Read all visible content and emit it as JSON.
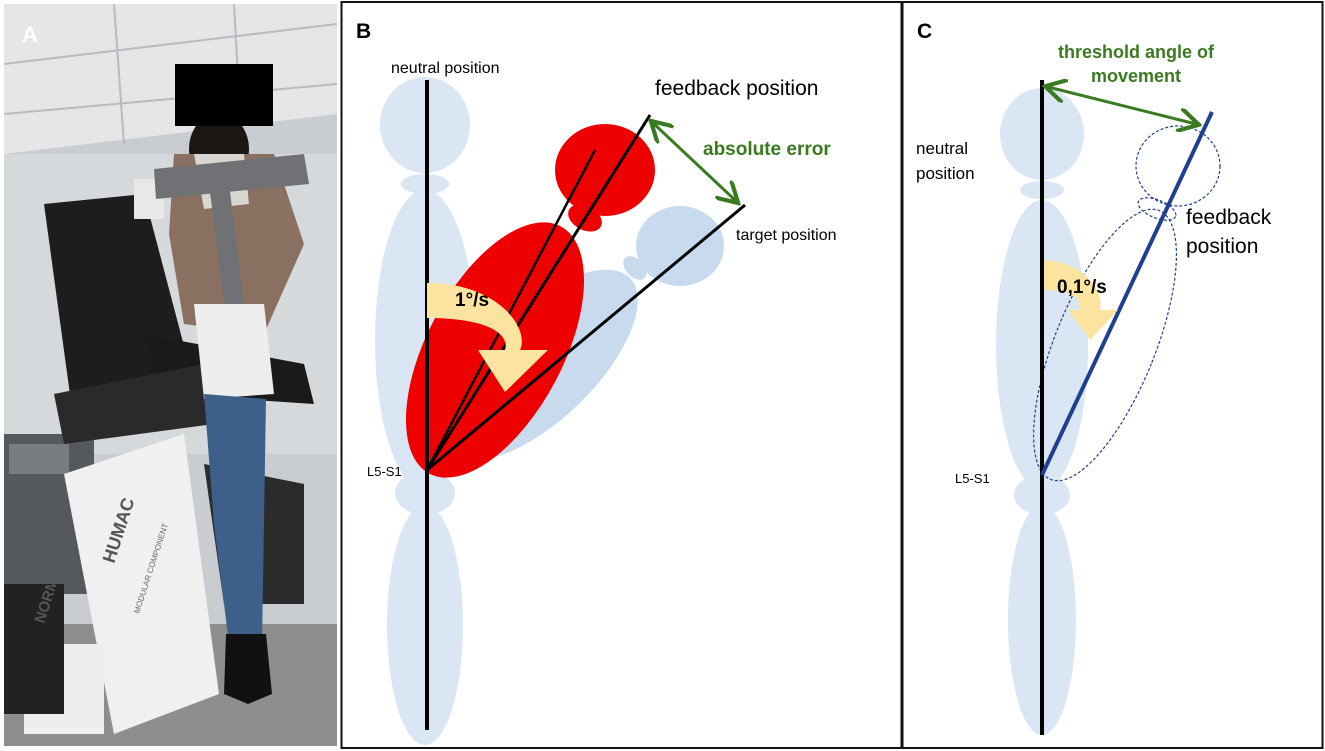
{
  "panel_a": {
    "label": "A",
    "photo_description": "",
    "equipment_text": [
      "HUMAC",
      "NORM",
      "MODULAR COMPONENT"
    ]
  },
  "panel_b": {
    "label": "B",
    "neutral_label": "neutral position",
    "feedback_label": "feedback position",
    "target_label": "target position",
    "error_label": "absolute error",
    "speed_label": "1°/s",
    "joint_label": "L5-S1",
    "colors": {
      "body": "#dbe6f4",
      "trunk_moved": "#ee0000",
      "trunk_target": "#c8dbee",
      "arrow": "#fde3a0",
      "error": "#3a7a20"
    }
  },
  "panel_c": {
    "label": "C",
    "threshold_label_line1": "threshold angle of",
    "threshold_label_line2": "movement",
    "neutral_line1": "neutral",
    "neutral_line2": "position",
    "feedback_line1": "feedback",
    "feedback_line2": "position",
    "speed_label": "0,1°/s",
    "joint_label": "L5-S1",
    "colors": {
      "body": "#dbe6f4",
      "feedback_line": "#1f3f8f",
      "threshold": "#3a7a20",
      "arrow": "#fde3a0"
    }
  }
}
